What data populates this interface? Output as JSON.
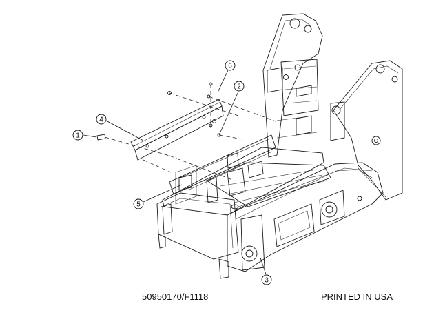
{
  "footer": {
    "part_number": "50950170/F1118",
    "printed_note": "PRINTED IN USA"
  },
  "callouts": [
    {
      "label": "1"
    },
    {
      "label": "2"
    },
    {
      "label": "3"
    },
    {
      "label": "4"
    },
    {
      "label": "5"
    },
    {
      "label": "6"
    }
  ]
}
